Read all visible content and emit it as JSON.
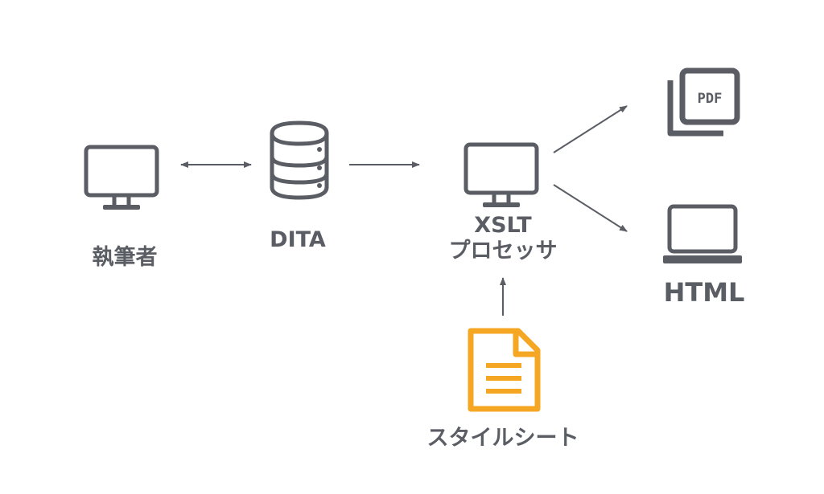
{
  "nodes": {
    "author": {
      "label": "執筆者",
      "icon": "monitor-icon"
    },
    "dita": {
      "label": "DITA",
      "icon": "database-icon"
    },
    "xslt_processor": {
      "label_line1": "XSLT",
      "label_line2": "プロセッサ",
      "icon": "monitor-icon"
    },
    "pdf": {
      "icon_text": "PDF",
      "icon": "pdf-document-icon"
    },
    "html": {
      "label": "HTML",
      "icon": "laptop-icon"
    },
    "stylesheet": {
      "label": "スタイルシート",
      "icon": "document-icon"
    }
  },
  "colors": {
    "icon": "#5a5d63",
    "label": "#5a5d63",
    "arrow": "#5a5d63",
    "stylesheet_accent": "#f5a623"
  }
}
